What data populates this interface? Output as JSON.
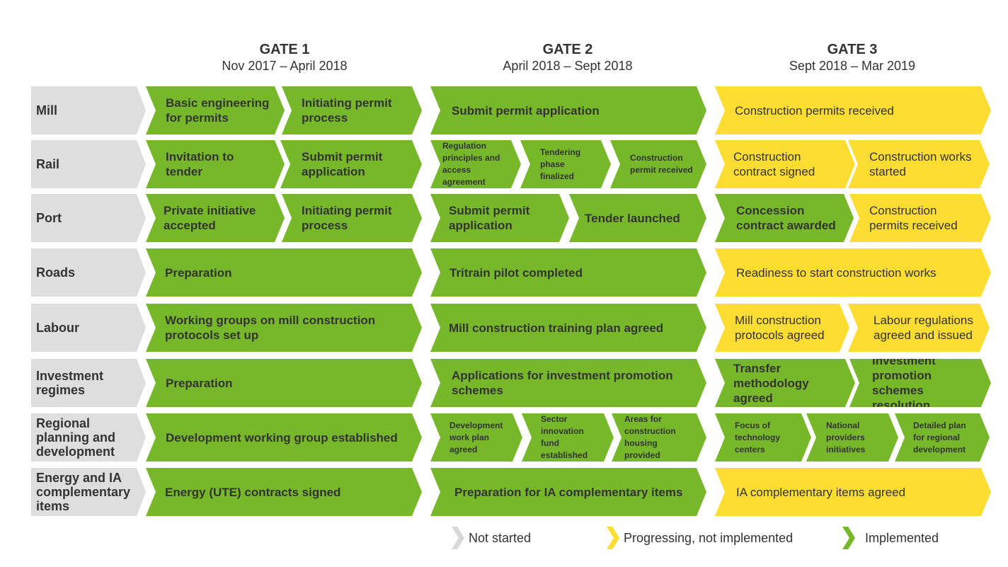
{
  "gates": [
    {
      "title": "GATE 1",
      "dates": "Nov 2017 – April 2018"
    },
    {
      "title": "GATE 2",
      "dates": "April 2018 – Sept 2018"
    },
    {
      "title": "GATE 3",
      "dates": "Sept 2018 – Mar 2019"
    }
  ],
  "rows": [
    {
      "label": "Mill",
      "cells": [
        {
          "text": "Basic engineering for permits",
          "status": "implemented"
        },
        {
          "text": "Initiating permit process",
          "status": "implemented"
        },
        {
          "text": "Submit permit application",
          "status": "implemented"
        },
        {
          "text": "Construction permits received",
          "status": "progressing"
        }
      ]
    },
    {
      "label": "Rail",
      "cells": [
        {
          "text": "Invitation to tender",
          "status": "implemented"
        },
        {
          "text": "Submit permit application",
          "status": "implemented"
        },
        {
          "text": "Regulation principles and access agreement",
          "status": "implemented"
        },
        {
          "text": "Tendering phase finalized",
          "status": "implemented"
        },
        {
          "text": "Construction permit received",
          "status": "implemented"
        },
        {
          "text": "Construction contract signed",
          "status": "progressing"
        },
        {
          "text": "Construction works started",
          "status": "progressing"
        }
      ]
    },
    {
      "label": "Port",
      "cells": [
        {
          "text": "Private initiative accepted",
          "status": "implemented"
        },
        {
          "text": "Initiating permit process",
          "status": "implemented"
        },
        {
          "text": "Submit permit application",
          "status": "implemented"
        },
        {
          "text": "Tender launched",
          "status": "implemented"
        },
        {
          "text": "Concession contract awarded",
          "status": "implemented"
        },
        {
          "text": "Construction permits received",
          "status": "progressing"
        }
      ]
    },
    {
      "label": "Roads",
      "cells": [
        {
          "text": "Preparation",
          "status": "implemented"
        },
        {
          "text": "Tritrain pilot completed",
          "status": "implemented"
        },
        {
          "text": "Readiness to start construction works",
          "status": "progressing"
        }
      ]
    },
    {
      "label": "Labour",
      "cells": [
        {
          "text": "Working groups on mill construction protocols set up",
          "status": "implemented"
        },
        {
          "text": "Mill construction training plan agreed",
          "status": "implemented"
        },
        {
          "text": "Mill construction protocols agreed",
          "status": "progressing"
        },
        {
          "text": "Labour regulations agreed and issued",
          "status": "progressing"
        }
      ]
    },
    {
      "label": "Investment regimes",
      "cells": [
        {
          "text": "Preparation",
          "status": "implemented"
        },
        {
          "text": "Applications for investment promotion schemes",
          "status": "implemented"
        },
        {
          "text": "Transfer methodology agreed",
          "status": "implemented"
        },
        {
          "text": "Investment promotion schemes resolution",
          "status": "implemented"
        }
      ]
    },
    {
      "label": "Regional planning and development",
      "cells": [
        {
          "text": "Development working group established",
          "status": "implemented"
        },
        {
          "text": "Development work plan agreed",
          "status": "implemented"
        },
        {
          "text": "Sector innovation fund established",
          "status": "implemented"
        },
        {
          "text": "Areas for construction housing provided",
          "status": "implemented"
        },
        {
          "text": "Focus of technology centers",
          "status": "implemented"
        },
        {
          "text": "National providers initiatives",
          "status": "implemented"
        },
        {
          "text": "Detailed plan for regional development",
          "status": "implemented"
        }
      ]
    },
    {
      "label": "Energy and IA complementary items",
      "cells": [
        {
          "text": "Energy (UTE) contracts signed",
          "status": "implemented"
        },
        {
          "text": "Preparation for IA complementary items",
          "status": "implemented"
        },
        {
          "text": "IA complementary items agreed",
          "status": "progressing"
        }
      ]
    }
  ],
  "legend": [
    {
      "label": "Not started",
      "color": "#d9d9d9"
    },
    {
      "label": "Progressing, not implemented",
      "color": "#fedd33"
    },
    {
      "label": "Implemented",
      "color": "#76b82a"
    }
  ],
  "colors": {
    "implemented": "#76b82a",
    "progressing": "#fedd33",
    "label_bg": "#dedede",
    "text": "#333333"
  }
}
